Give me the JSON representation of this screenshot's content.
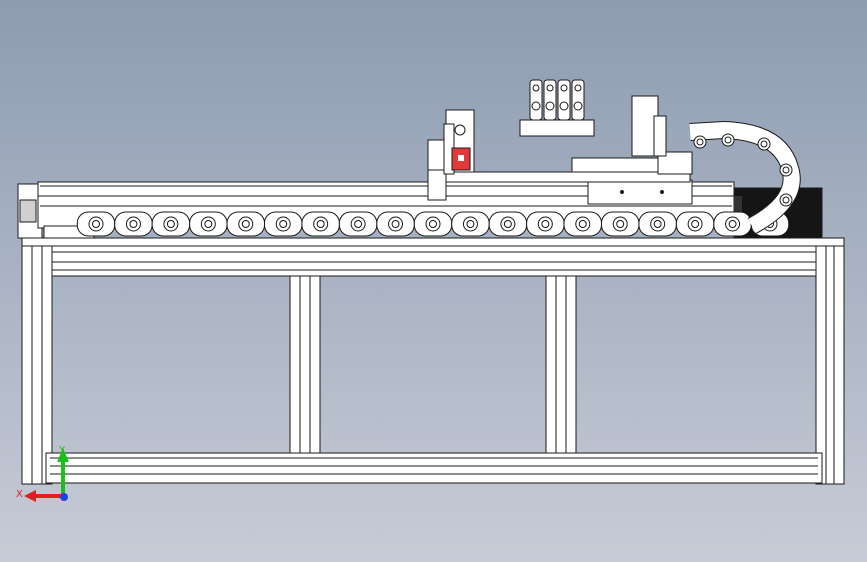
{
  "scene": {
    "background_top": "#8d9cb1",
    "background_bottom": "#c7cbd6",
    "line_color": "#1a1a1a",
    "part_fill": "#ffffff",
    "highlight_color": "#e23a3a",
    "motor_color": "#151515"
  },
  "triad": {
    "x_label": "X",
    "y_label": "Y",
    "x_color": "#e02020",
    "y_color": "#18c018",
    "z_color": "#2040e0",
    "x_icon": "x-axis-arrow-icon",
    "y_icon": "y-axis-arrow-icon",
    "z_icon": "z-axis-dot-icon"
  },
  "cable_chain": {
    "link_count": 19
  },
  "gripper": {
    "finger_count": 4
  }
}
